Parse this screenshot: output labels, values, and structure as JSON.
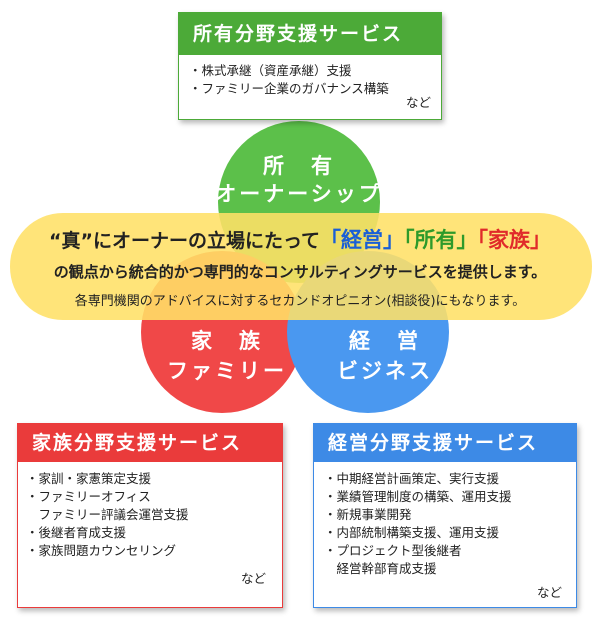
{
  "owner_box": {
    "title": "所有分野支援サービス",
    "items": [
      "・株式承継（資産承継）支援",
      "・ファミリー企業のガバナンス構築"
    ],
    "etc": "など",
    "color": "#4caa38"
  },
  "family_box": {
    "title": "家族分野支援サービス",
    "items": [
      "・家訓・家憲策定支援",
      "・ファミリーオフィス",
      "　ファミリー評議会運営支援",
      "・後継者育成支援",
      "・家族問題カウンセリング"
    ],
    "etc": "など",
    "color": "#ea3b3b"
  },
  "business_box": {
    "title": "経営分野支援サービス",
    "items": [
      "・中期経営計画策定、実行支援",
      "・業績管理制度の構築、運用支援",
      "・新規事業開発",
      "・内部統制構築支援、運用支援",
      "・プロジェクト型後継者",
      "　経営幹部育成支援"
    ],
    "etc": "など",
    "color": "#3d8ae6"
  },
  "venn": {
    "owner_label_1": "所　有",
    "owner_label_2": "オーナーシップ",
    "family_label_1": "家　族",
    "family_label_2": "ファミリー",
    "business_label_1": "経　営",
    "business_label_2": "ビジネス",
    "colors": {
      "owner": "#5cc04a",
      "family": "#f04848",
      "business": "#4a98f0",
      "band": "#ffe066"
    }
  },
  "center": {
    "line1_prefix": "“真”にオーナーの立場にたって",
    "kw_business": "「経営」",
    "kw_owner": "「所有」",
    "kw_family": "「家族」",
    "line2": "の観点から統合的かつ専門的なコンサルティングサービスを提供します。",
    "line3": "各専門機関のアドバイスに対するセカンドオピニオン(相談役)にもなります。",
    "kw_colors": {
      "business": "#1a5fd6",
      "owner": "#2e9a2a",
      "family": "#e02a2a"
    }
  }
}
